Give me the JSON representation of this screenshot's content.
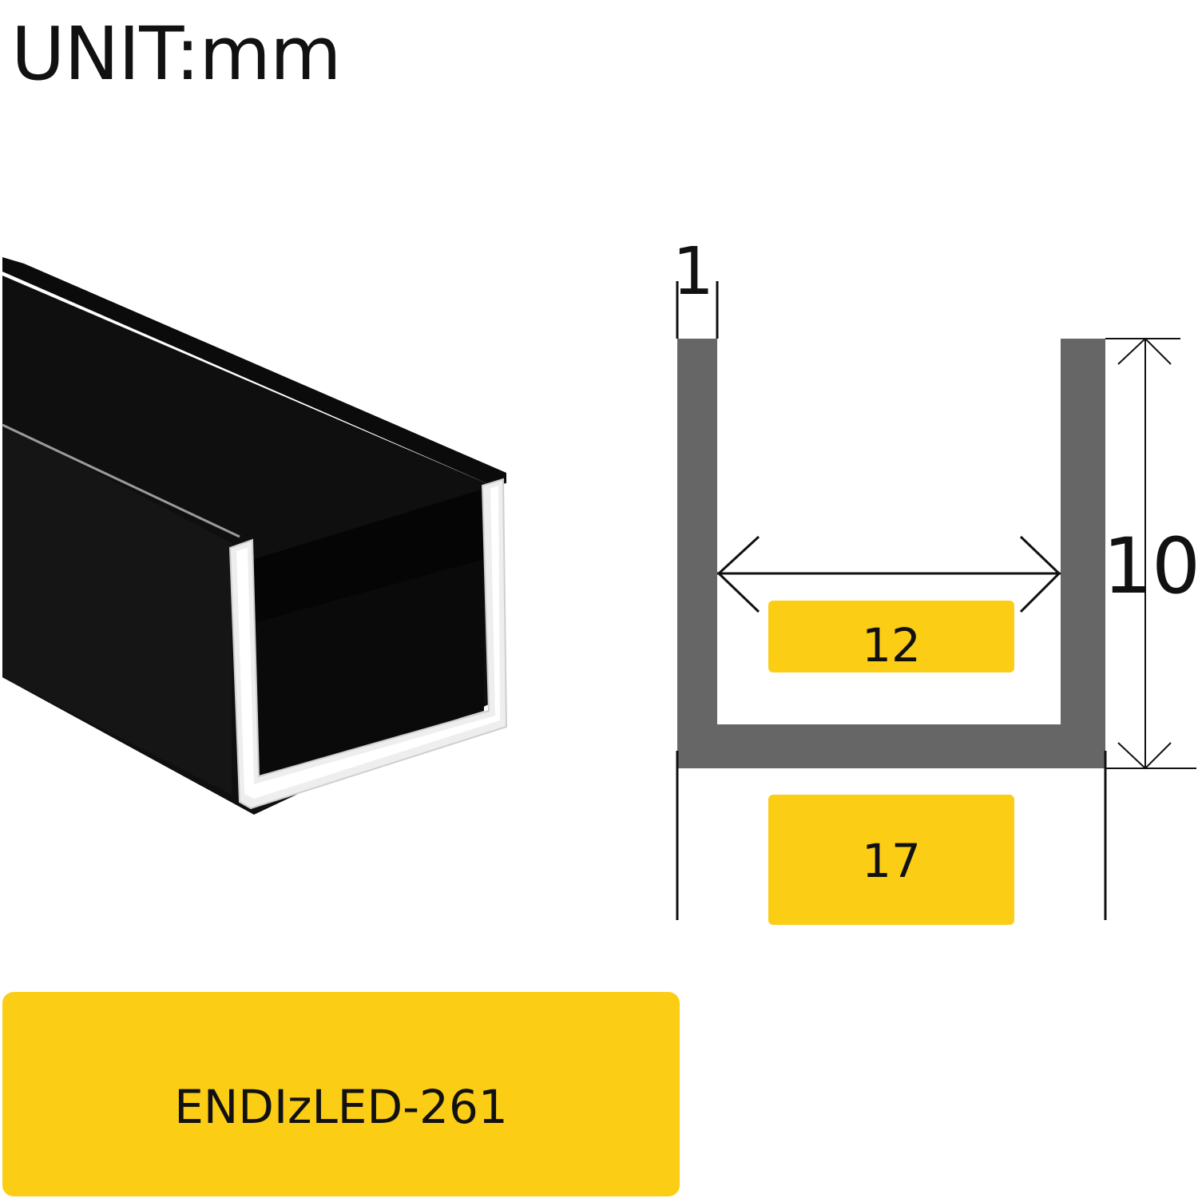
{
  "unit_label": "UNIT:mm",
  "model_name": "ENDIzLED-261",
  "dimensions": {
    "wall_thickness": "1",
    "inner_width": "12",
    "outer_width": "17",
    "height": "10"
  },
  "colors": {
    "profile_gray": "#666666",
    "label_yellow": "#FBCD14",
    "profile_black": "#0b0b0b",
    "line_black": "#111111"
  }
}
